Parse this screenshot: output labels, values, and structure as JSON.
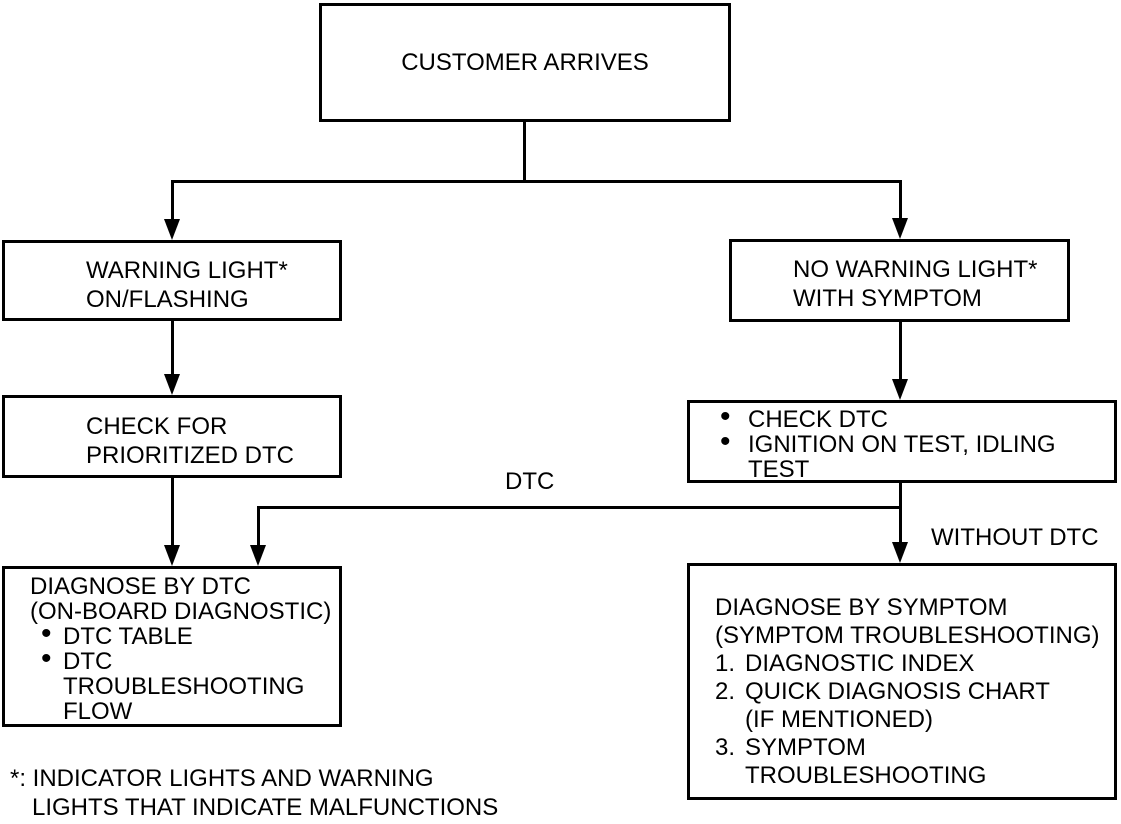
{
  "diagram": {
    "colors": {
      "line": "#000000",
      "background": "#ffffff",
      "text": "#000000"
    },
    "boxes": {
      "customer_arrives": {
        "label": "CUSTOMER ARRIVES"
      },
      "warning_light": {
        "lines": [
          "WARNING LIGHT*",
          "ON/FLASHING"
        ]
      },
      "no_warning_light": {
        "lines": [
          "NO WARNING LIGHT*",
          "WITH SYMPTOM"
        ]
      },
      "check_prioritized_dtc": {
        "lines": [
          "CHECK FOR",
          "PRIORITIZED DTC"
        ]
      },
      "check_dtc": {
        "items": [
          {
            "marker": "•",
            "text": "CHECK DTC"
          },
          {
            "marker": "•",
            "text": "IGNITION ON TEST, IDLING"
          },
          {
            "marker": "",
            "text": "TEST"
          }
        ]
      },
      "diagnose_by_dtc": {
        "heading": [
          "DIAGNOSE BY DTC",
          "(ON-BOARD DIAGNOSTIC)"
        ],
        "items": [
          {
            "marker": "•",
            "text": "DTC TABLE"
          },
          {
            "marker": "•",
            "text": "DTC"
          },
          {
            "marker": "",
            "text": "TROUBLESHOOTING"
          },
          {
            "marker": "",
            "text": "FLOW"
          }
        ]
      },
      "diagnose_by_symptom": {
        "heading": [
          "DIAGNOSE BY SYMPTOM",
          "(SYMPTOM TROUBLESHOOTING)"
        ],
        "items": [
          {
            "marker": "1.",
            "text": "DIAGNOSTIC INDEX"
          },
          {
            "marker": "2.",
            "text": "QUICK DIAGNOSIS CHART"
          },
          {
            "marker": "",
            "text": "(IF MENTIONED)"
          },
          {
            "marker": "3.",
            "text": "SYMPTOM"
          },
          {
            "marker": "",
            "text": "TROUBLESHOOTING"
          }
        ]
      }
    },
    "edge_labels": {
      "dtc": "DTC",
      "without_dtc": "WITHOUT DTC"
    },
    "footnote": {
      "line1": "*: INDICATOR LIGHTS AND WARNING",
      "line2": "LIGHTS THAT INDICATE MALFUNCTIONS"
    }
  }
}
